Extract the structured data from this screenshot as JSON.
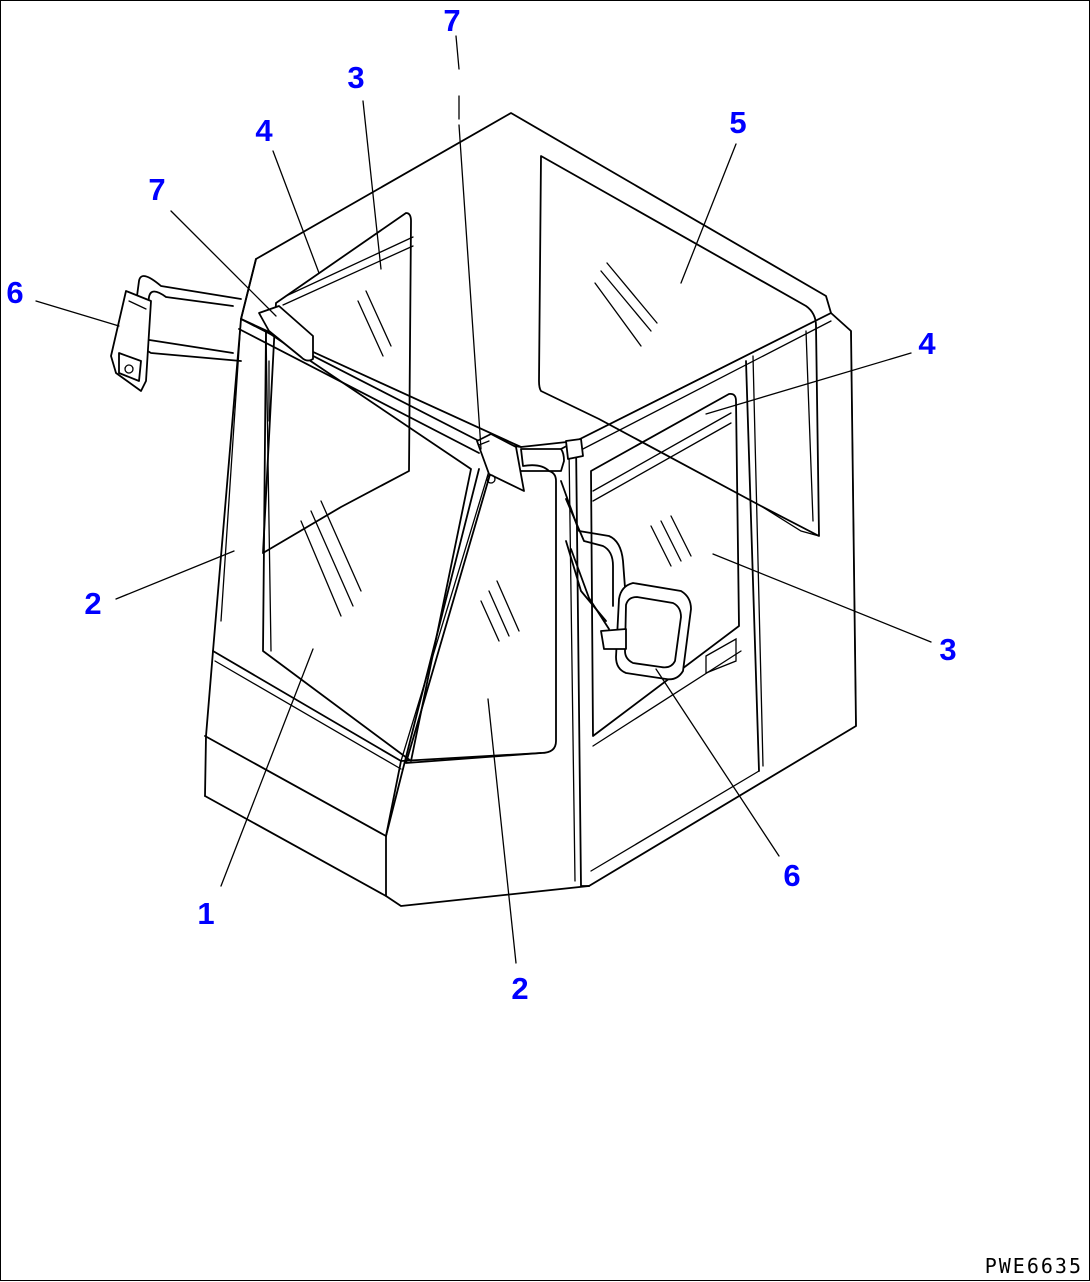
{
  "drawing_code": "PWE6635",
  "callout_color": "#0000ff",
  "callouts": [
    {
      "label": "7"
    },
    {
      "label": "3"
    },
    {
      "label": "4"
    },
    {
      "label": "5"
    },
    {
      "label": "7"
    },
    {
      "label": "6"
    },
    {
      "label": "4"
    },
    {
      "label": "2"
    },
    {
      "label": "3"
    },
    {
      "label": "6"
    },
    {
      "label": "1"
    },
    {
      "label": "2"
    }
  ]
}
